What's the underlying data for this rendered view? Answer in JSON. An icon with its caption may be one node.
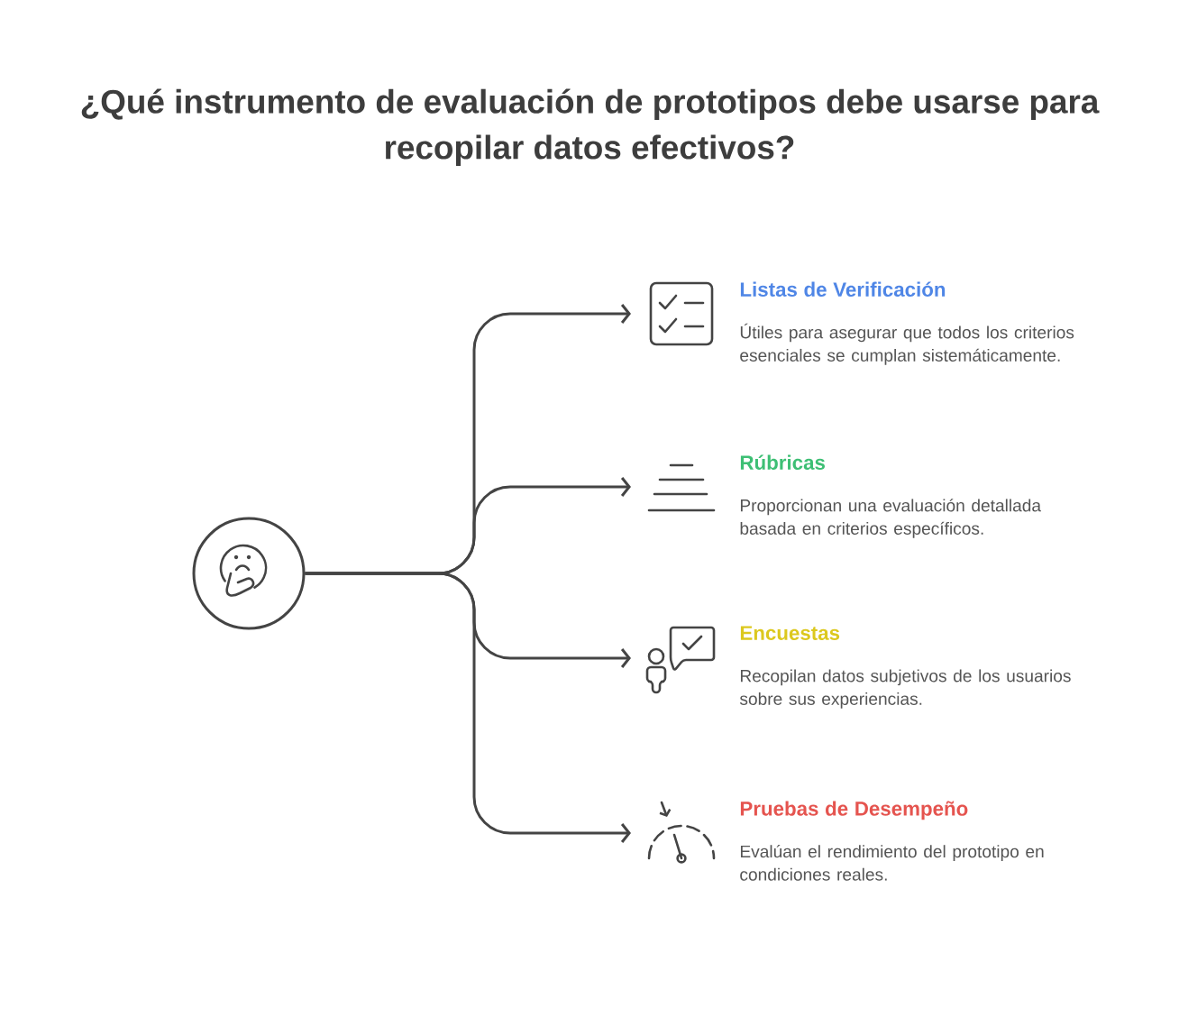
{
  "diagram": {
    "title": "¿Qué instrumento de evaluación de prototipos debe usarse para recopilar datos efectivos?",
    "nodes": [
      {
        "text": [],
        "shape": "circle"
      },
      {
        "text": [
          "Listas de Verificación",
          "Útiles para asegurar que todos los criterios esenciales se cumplan sistemáticamente."
        ]
      },
      {
        "text": [
          "Rúbricas",
          "Proporcionan una evaluación detallada basada en criterios específicos."
        ]
      },
      {
        "text": [
          "Encuestas",
          "Recopilan datos subjetivos de los usuarios sobre sus experiencias."
        ]
      },
      {
        "text": [
          "Pruebas de Desempeño",
          "Evalúan el rendimiento del prototipo en condiciones reales."
        ]
      }
    ],
    "edges": [
      {
        "from": 0,
        "to": 1,
        "arrow": "to"
      },
      {
        "from": 0,
        "to": 2,
        "arrow": "to"
      },
      {
        "from": 0,
        "to": 3,
        "arrow": "to"
      },
      {
        "from": 0,
        "to": 4,
        "arrow": "to"
      }
    ]
  }
}
